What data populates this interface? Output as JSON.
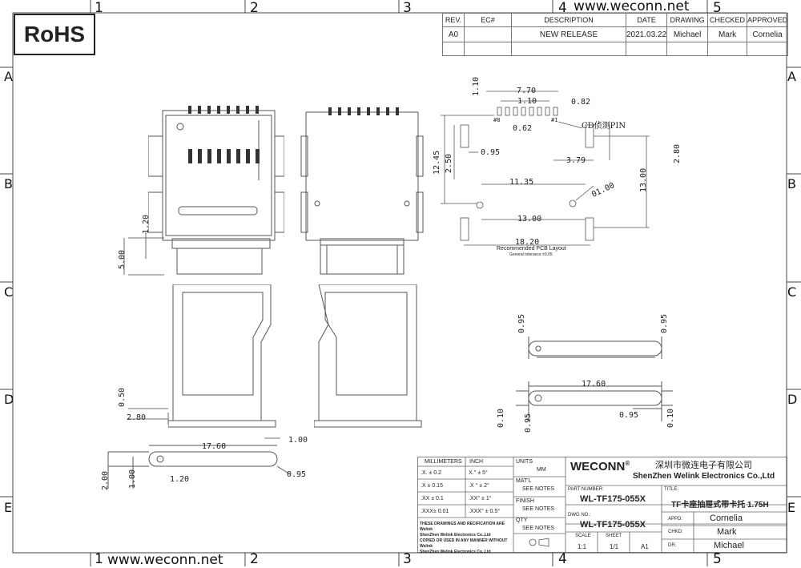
{
  "zones": {
    "top": [
      "1",
      "2",
      "3",
      "4",
      "5"
    ],
    "side": [
      "A",
      "B",
      "C",
      "D",
      "E"
    ]
  },
  "rohs": "RoHS",
  "website": "www.weconn.net",
  "revision_table": {
    "headers": [
      "REV.",
      "EC#",
      "DESCRIPTION",
      "DATE",
      "DRAWING",
      "CHECKED",
      "APPROVED"
    ],
    "row": [
      "A0",
      "",
      "NEW RELEASE",
      "2021.03.22",
      "Michael",
      "Mark",
      "Cornelia"
    ]
  },
  "pcb": {
    "dims": {
      "d1": "1.10",
      "d2": "7.70",
      "d3": "1.10",
      "d4": "0.82",
      "d5": "0.62",
      "d6": "0.95",
      "d7": "3.79",
      "d8": "11.35",
      "d9": "01.00",
      "d10": "13.00",
      "d11": "18.20",
      "d12": "12.45",
      "d13": "2.50",
      "d14": "2.80",
      "d15": "13.00"
    },
    "pin8": "#8",
    "pin1": "#1",
    "cd_label": "CD侦测PIN",
    "caption": "Recommended PCB Layout",
    "subcaption": "General tolerance ±0.05"
  },
  "views": {
    "side_dims": {
      "a": "1.20",
      "b": "5.00"
    },
    "tray_dims": {
      "a": "0.50",
      "b": "2.80",
      "c": "1.00"
    },
    "pin_dims": {
      "a": "17.60",
      "b": "2.00",
      "c": "1.00",
      "d": "1.20",
      "e": "0.95"
    },
    "right_dims": {
      "a": "0.95",
      "b": "0.95",
      "c": "17.60",
      "d": "0.10",
      "e": "0.95",
      "f": "0.95",
      "g": "0.10"
    }
  },
  "tolerance": {
    "h1": "MILLIMETERS",
    "h2": "INCH",
    "rows": [
      [
        ".X.  ±  0.2",
        "X.°  ±  5°"
      ],
      [
        ".X   ± 0.15",
        ".X °  ±  2°"
      ],
      [
        ".XX  ± 0.1",
        ".XX°  ±  1°"
      ],
      [
        ".XXX± 0.01",
        ".XXX° ± 0.5°"
      ]
    ],
    "units_label": "UNITS",
    "units_value": "MM",
    "matl_label": "MAT'L",
    "matl_value": "SEE NOTES",
    "finish_label": "FINISH",
    "finish_value": "SEE NOTES",
    "qty_label": "QTY",
    "qty_value": "SEE NOTES",
    "note1": "THESE DRAWINGS AND RECIFICATION  ARE",
    "note2": "Welink",
    "note3": "ShenZhen Welink Electronics Co.,Ltd",
    "note4": " COPIED OR USED IN ANY MANNER WITHOUT",
    "note5": "Welink",
    "note6": "ShenZhen Welink Electronics Co.,Ltd"
  },
  "titleblock": {
    "brand": "WECONN",
    "reg": "®",
    "company_cn": "深圳市微连电子有限公司",
    "company_en": "ShenZhen Welink Electronics Co.,Ltd",
    "part_label": "PART NUMBER:",
    "part_value": "WL-TF175-055X",
    "title_label": "TITLE:",
    "title_value": "TF卡座抽屉式带卡托 1.75H",
    "dwg_label": "DWG NO.:",
    "dwg_value": "WL-TF175-055X",
    "scale_label": "SCALE",
    "scale_value": "1:1",
    "sheet_label": "SHEET",
    "sheet_value": "1/1",
    "size_value": "A1",
    "appd_label": "APPD:",
    "appd_value": "Cornelia",
    "chkd_label": "CHKD:",
    "chkd_value": "Mark",
    "dr_label": "DR:",
    "dr_value": "Michael"
  }
}
